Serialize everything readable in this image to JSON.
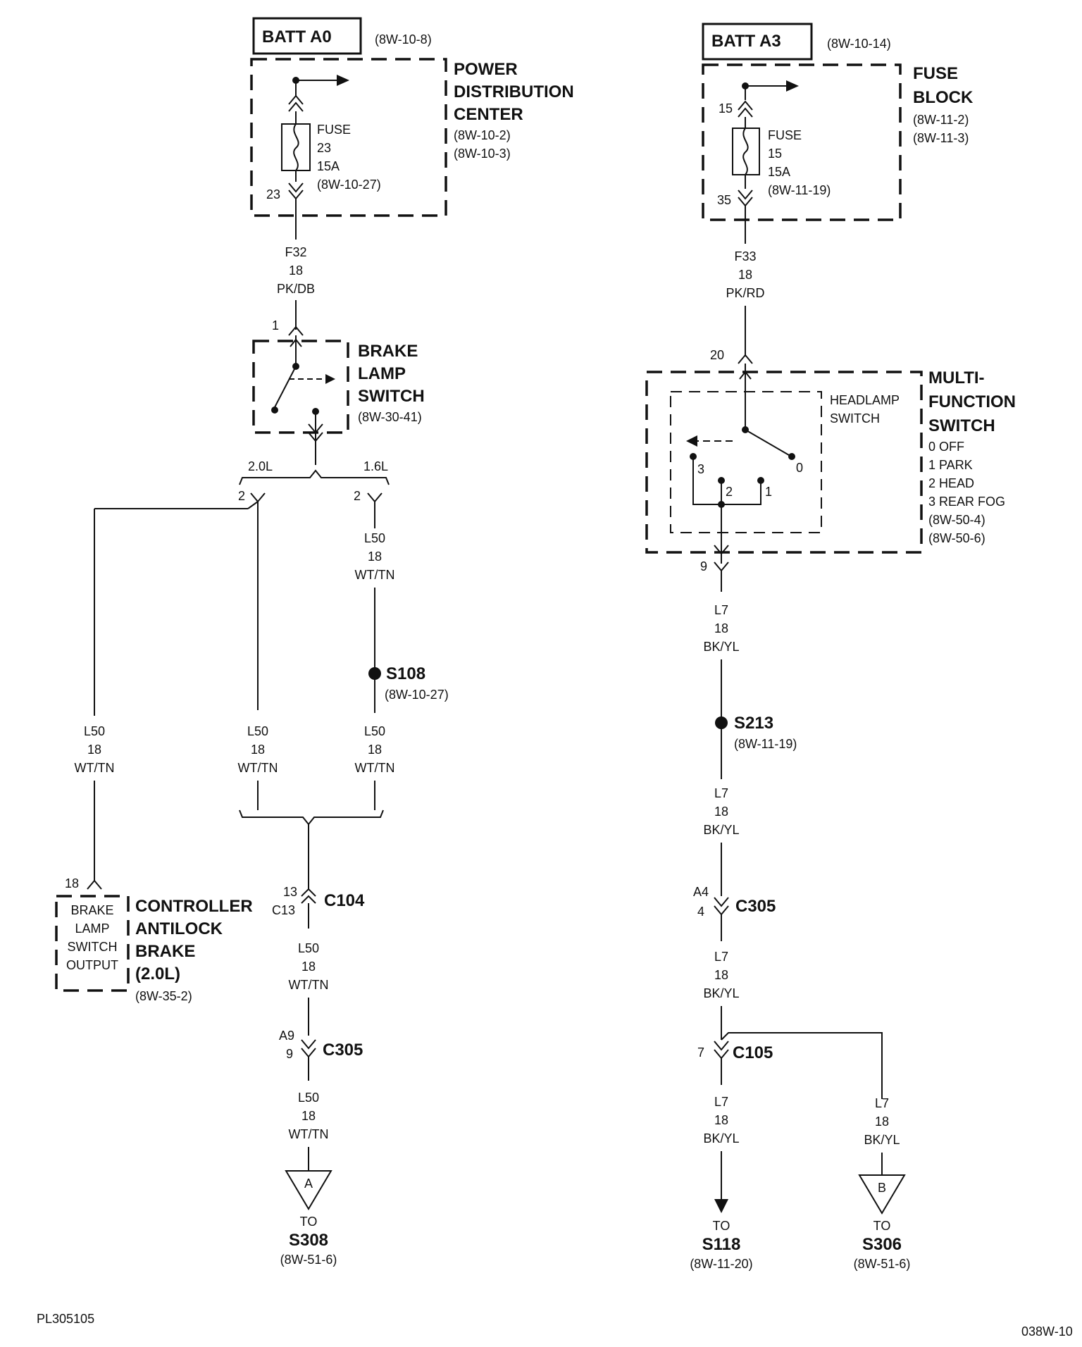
{
  "left": {
    "batt": {
      "label": "BATT A0",
      "ref": "(8W-10-8)"
    },
    "pdc": {
      "title": [
        "POWER",
        "DISTRIBUTION",
        "CENTER"
      ],
      "refs": [
        "(8W-10-2)",
        "(8W-10-3)"
      ]
    },
    "fuse": {
      "word": "FUSE",
      "num": "23",
      "amps": "15A",
      "ref": "(8W-10-27)",
      "pin": "23"
    },
    "wire1": [
      "F32",
      "18",
      "PK/DB"
    ],
    "bls_pin": "1",
    "bls": {
      "title": [
        "BRAKE",
        "LAMP",
        "SWITCH"
      ],
      "ref": "(8W-30-41)"
    },
    "opt_20": "2.0L",
    "opt_16": "1.6L",
    "pin_a": "2",
    "pin_b": "2",
    "wire_16": [
      "L50",
      "18",
      "WT/TN"
    ],
    "s108": {
      "label": "S108",
      "ref": "(8W-10-27)"
    },
    "wire_far": [
      "L50",
      "18",
      "WT/TN"
    ],
    "wire_mid": [
      "L50",
      "18",
      "WT/TN"
    ],
    "wire_right": [
      "L50",
      "18",
      "WT/TN"
    ],
    "cab_pin": "18",
    "cab_inner": [
      "BRAKE",
      "LAMP",
      "SWITCH",
      "OUTPUT"
    ],
    "cab": {
      "title": [
        "CONTROLLER",
        "ANTILOCK",
        "BRAKE",
        "(2.0L)"
      ],
      "ref": "(8W-35-2)"
    },
    "c104": {
      "label": "C104",
      "pin1": "13",
      "pin2": "C13"
    },
    "wire_c104": [
      "L50",
      "18",
      "WT/TN"
    ],
    "c305": {
      "label": "C305",
      "pin1": "A9",
      "pin2": "9"
    },
    "wire_c305": [
      "L50",
      "18",
      "WT/TN"
    ],
    "term": {
      "letter": "A",
      "to": "TO",
      "dest": "S308",
      "ref": "(8W-51-6)"
    }
  },
  "right": {
    "batt": {
      "label": "BATT A3",
      "ref": "(8W-10-14)"
    },
    "fb": {
      "title": [
        "FUSE",
        "BLOCK"
      ],
      "refs": [
        "(8W-11-2)",
        "(8W-11-3)"
      ]
    },
    "fuse": {
      "word": "FUSE",
      "num": "15",
      "amps": "15A",
      "ref": "(8W-11-19)",
      "pin_top": "15",
      "pin_bot": "35"
    },
    "wire1": [
      "F33",
      "18",
      "PK/RD"
    ],
    "mfs_pin": "20",
    "headlamp": [
      "HEADLAMP",
      "SWITCH"
    ],
    "mfs": {
      "title": [
        "MULTI-",
        "FUNCTION",
        "SWITCH"
      ],
      "positions": [
        "0 OFF",
        "1 PARK",
        "2 HEAD",
        "3 REAR FOG"
      ],
      "refs": [
        "(8W-50-4)",
        "(8W-50-6)"
      ]
    },
    "contacts": {
      "c0": "0",
      "c1": "1",
      "c2": "2",
      "c3": "3"
    },
    "mfs_out_pin": "9",
    "wire2": [
      "L7",
      "18",
      "BK/YL"
    ],
    "s213": {
      "label": "S213",
      "ref": "(8W-11-19)"
    },
    "wire3": [
      "L7",
      "18",
      "BK/YL"
    ],
    "c305": {
      "label": "C305",
      "pin1": "A4",
      "pin2": "4"
    },
    "wire4": [
      "L7",
      "18",
      "BK/YL"
    ],
    "c105": {
      "label": "C105",
      "pin": "7"
    },
    "wire5": [
      "L7",
      "18",
      "BK/YL"
    ],
    "wire6": [
      "L7",
      "18",
      "BK/YL"
    ],
    "term1": {
      "to": "TO",
      "dest": "S118",
      "ref": "(8W-11-20)"
    },
    "term2": {
      "letter": "B",
      "to": "TO",
      "dest": "S306",
      "ref": "(8W-51-6)"
    }
  },
  "footer": {
    "left": "PL305105",
    "right": "038W-10"
  }
}
